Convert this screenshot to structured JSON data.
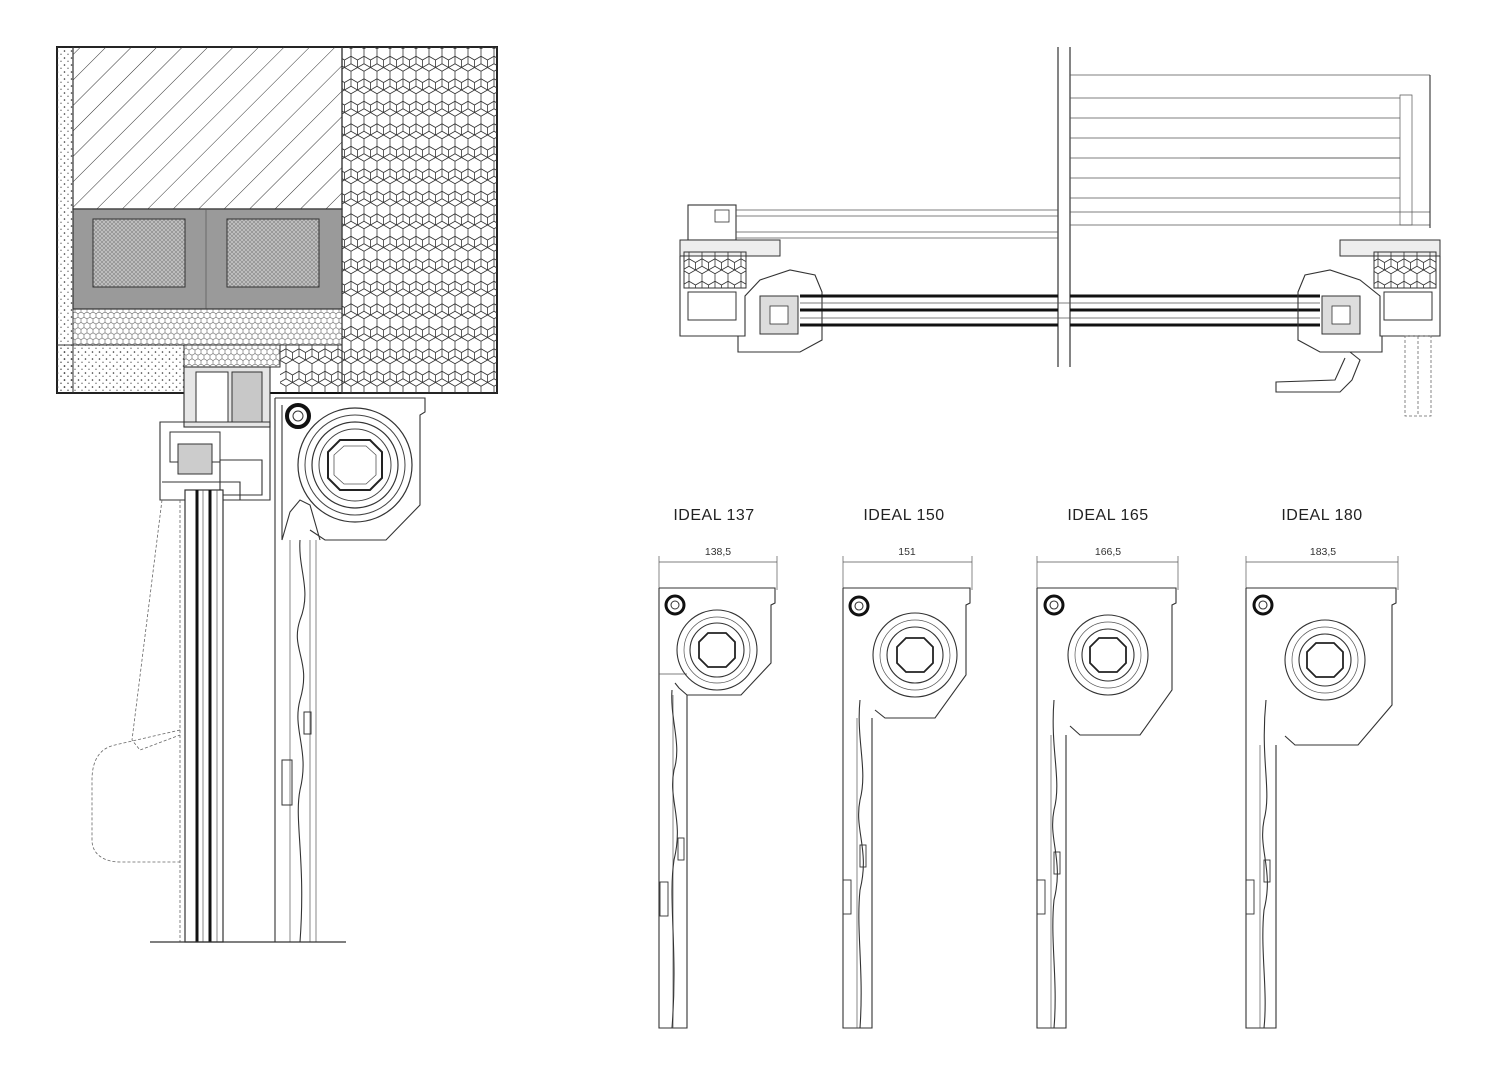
{
  "variants": [
    {
      "name": "IDEAL 137",
      "dimension": "138,5"
    },
    {
      "name": "IDEAL 150",
      "dimension": "151"
    },
    {
      "name": "IDEAL 165",
      "dimension": "166,5"
    },
    {
      "name": "IDEAL 180",
      "dimension": "183,5"
    }
  ],
  "colors": {
    "line": "#333333",
    "fill_light": "#d8d8d8",
    "fill_mid": "#9a9a9a"
  }
}
